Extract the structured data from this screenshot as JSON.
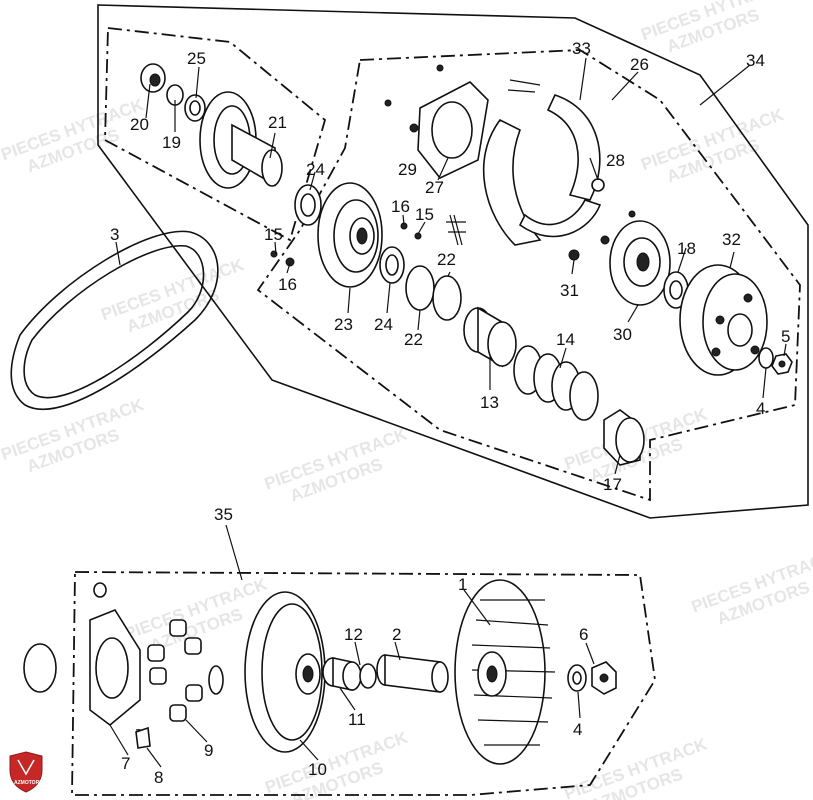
{
  "watermarks": [
    "PIECES HYTRACK",
    "AZMOTORS",
    "PIECES HYTRACK",
    "AZMOTORS",
    "PIECES HYTRACK",
    "AZMOTORS",
    "PIECES HYTRACK",
    "AZMOTORS",
    "PIECES HYTRACK",
    "AZMOTORS",
    "PIECES HYTRACK",
    "AZMOTORS",
    "PIECES HYTRACK",
    "AZMOTORS",
    "PIECES HYTRACK",
    "AZMOTORS",
    "PIECES HYTRACK",
    "AZMOTORS",
    "PIECES HYTRACK",
    "AZMOTORS",
    "PIECES HYTRACK",
    "AZMOTORS"
  ],
  "logo_text": "AZMOTORS",
  "labels": [
    "1",
    "2",
    "3",
    "4",
    "4",
    "5",
    "6",
    "7",
    "8",
    "9",
    "10",
    "11",
    "12",
    "13",
    "14",
    "15",
    "15",
    "16",
    "16",
    "17",
    "18",
    "19",
    "20",
    "21",
    "22",
    "22",
    "23",
    "24",
    "24",
    "25",
    "26",
    "27",
    "28",
    "29",
    "30",
    "31",
    "32",
    "33",
    "34",
    "35"
  ]
}
